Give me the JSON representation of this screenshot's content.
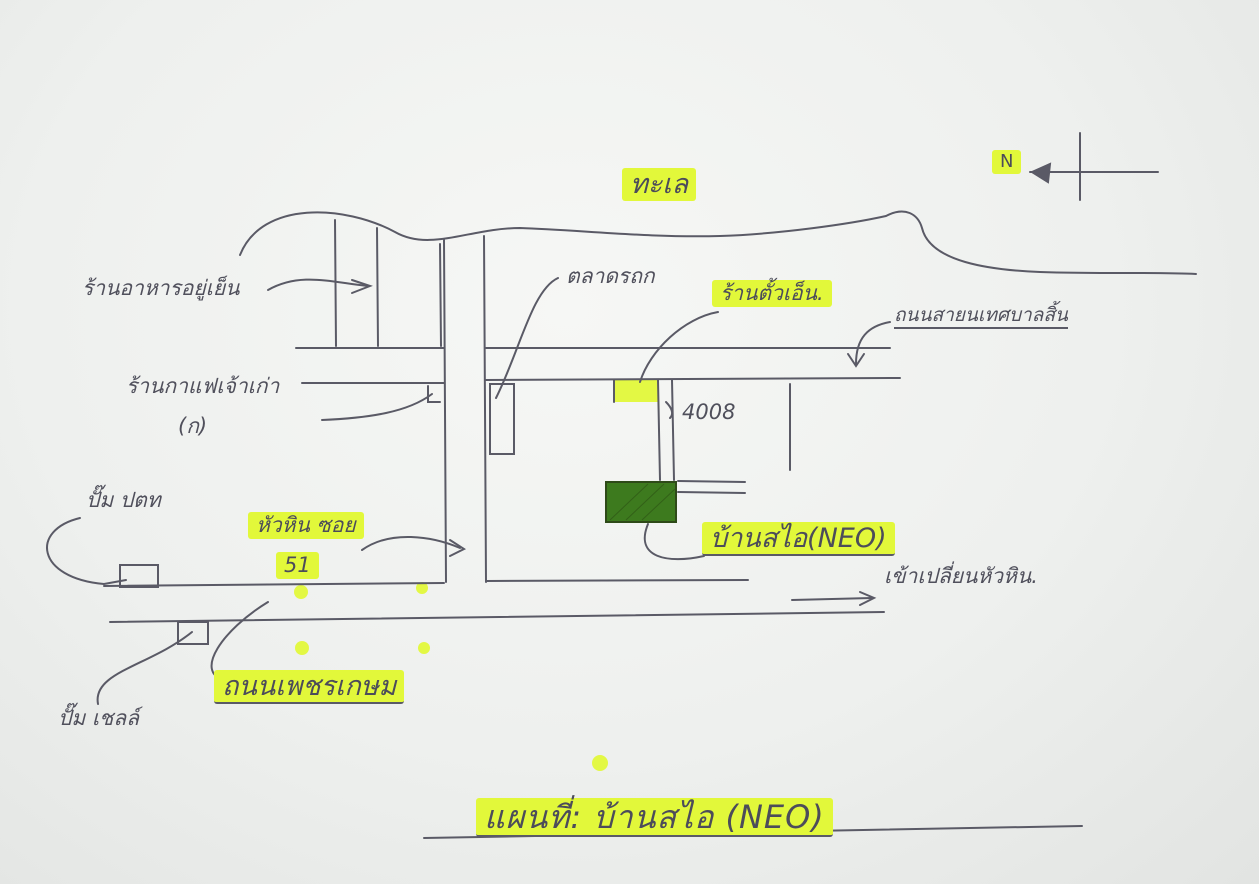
{
  "map": {
    "sea_label": "ทะเล",
    "north_label": "N",
    "labels": {
      "seafood_restaurant": "ร้านอาหารอยู่เย็น",
      "market": "ตลาดรถก",
      "ice_shop": "ร้านตั้วเอ็น.",
      "street_top": "ถนนสายนเทศบาลสิ้น",
      "shop_left": "ร้านกาแฟเจ้าเก่า",
      "shop_left_sub": "(ก)",
      "house_number": "4008",
      "gas_station_top": "ปั๊ม ปตท",
      "soi_label": "หัวหิน ซอย",
      "soi_number": "51",
      "neo_house": "บ้านสไอ(NEO)",
      "direction_note": "เข้าเปลี่ยนหัวหิน.",
      "gas_station_bottom": "ปั๊ม เชลล์",
      "main_road": "ถนนเพชรเกษม",
      "map_title": "แผนที่: บ้านสไอ (NEO)"
    },
    "colors": {
      "highlight": "#e2f83a",
      "pencil": "#5a5a66",
      "paper": "#f3f4f2"
    }
  }
}
